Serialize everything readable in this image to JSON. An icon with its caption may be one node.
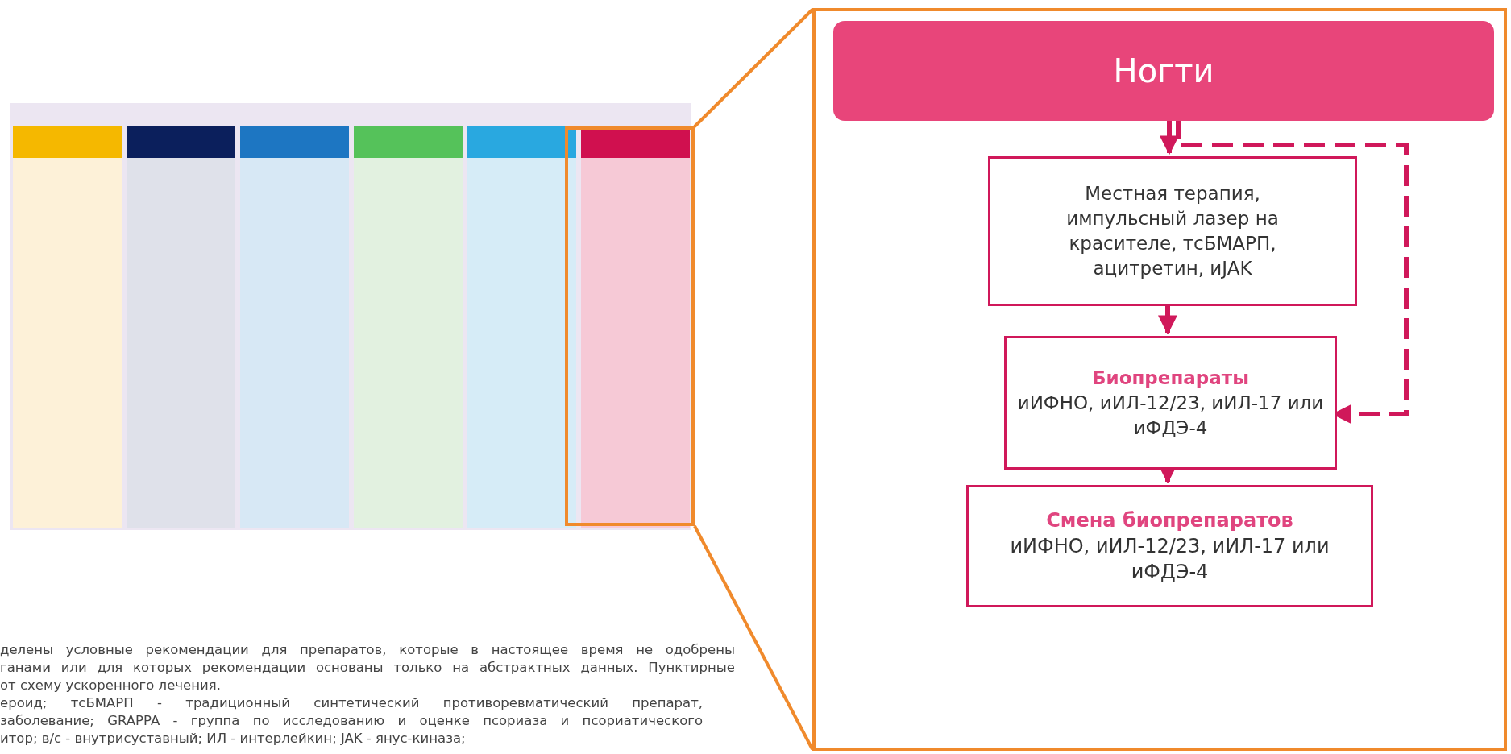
{
  "diagram": {
    "nodes": [
      {
        "text": [],
        "shape": "picture"
      },
      {
        "text": [],
        "shape": "box",
        "in": 0
      },
      {
        "text": [],
        "shape": "box"
      },
      {
        "text": [
          "Ногти"
        ],
        "in": 2
      },
      {
        "text": [
          "Местная терапия, импульсный лазер на красителе, тсБМАРП, ацитретин, иJAK"
        ],
        "in": 2
      },
      {
        "text": [
          "Биопрепараты",
          "иИФНО, иИЛ-12/23, иИЛ-17 или иФДЭ-4"
        ],
        "in": 2
      },
      {
        "text": [
          "Смена биопрепаратов",
          "иИФНО, иИЛ-12/23, иИЛ-17 или иФДЭ-4"
        ],
        "in": 2
      }
    ],
    "edges": [
      {
        "from": 1,
        "to": 2,
        "arrow": "none",
        "color": "#f08a2c"
      },
      {
        "from": 1,
        "to": 2,
        "arrow": "none",
        "color": "#f08a2c"
      },
      {
        "from": 3,
        "to": 4,
        "arrow": "to"
      },
      {
        "from": 3,
        "to": 5,
        "arrow": "to",
        "style": "dashed"
      },
      {
        "from": 4,
        "to": 5,
        "arrow": "to"
      },
      {
        "from": 5,
        "to": 6,
        "arrow": "to"
      }
    ],
    "labels": [
      "делены условные рекомендации для препаратов, которые в настоящее время не одобрены",
      "ганами или для которых рекомендации основаны только на абстрактных данных. Пунктирные",
      "от схему ускоренного лечения.",
      "ероид; тсБМАРП - традиционный синтетический противоревматический препарат,",
      "заболевание; GRAPPA - группа по исследованию и оценке псориаза и псориатического",
      "итор; в/с - внутрисуставный; ИЛ - интерлейкин; JAK - янус-киназа;"
    ]
  }
}
